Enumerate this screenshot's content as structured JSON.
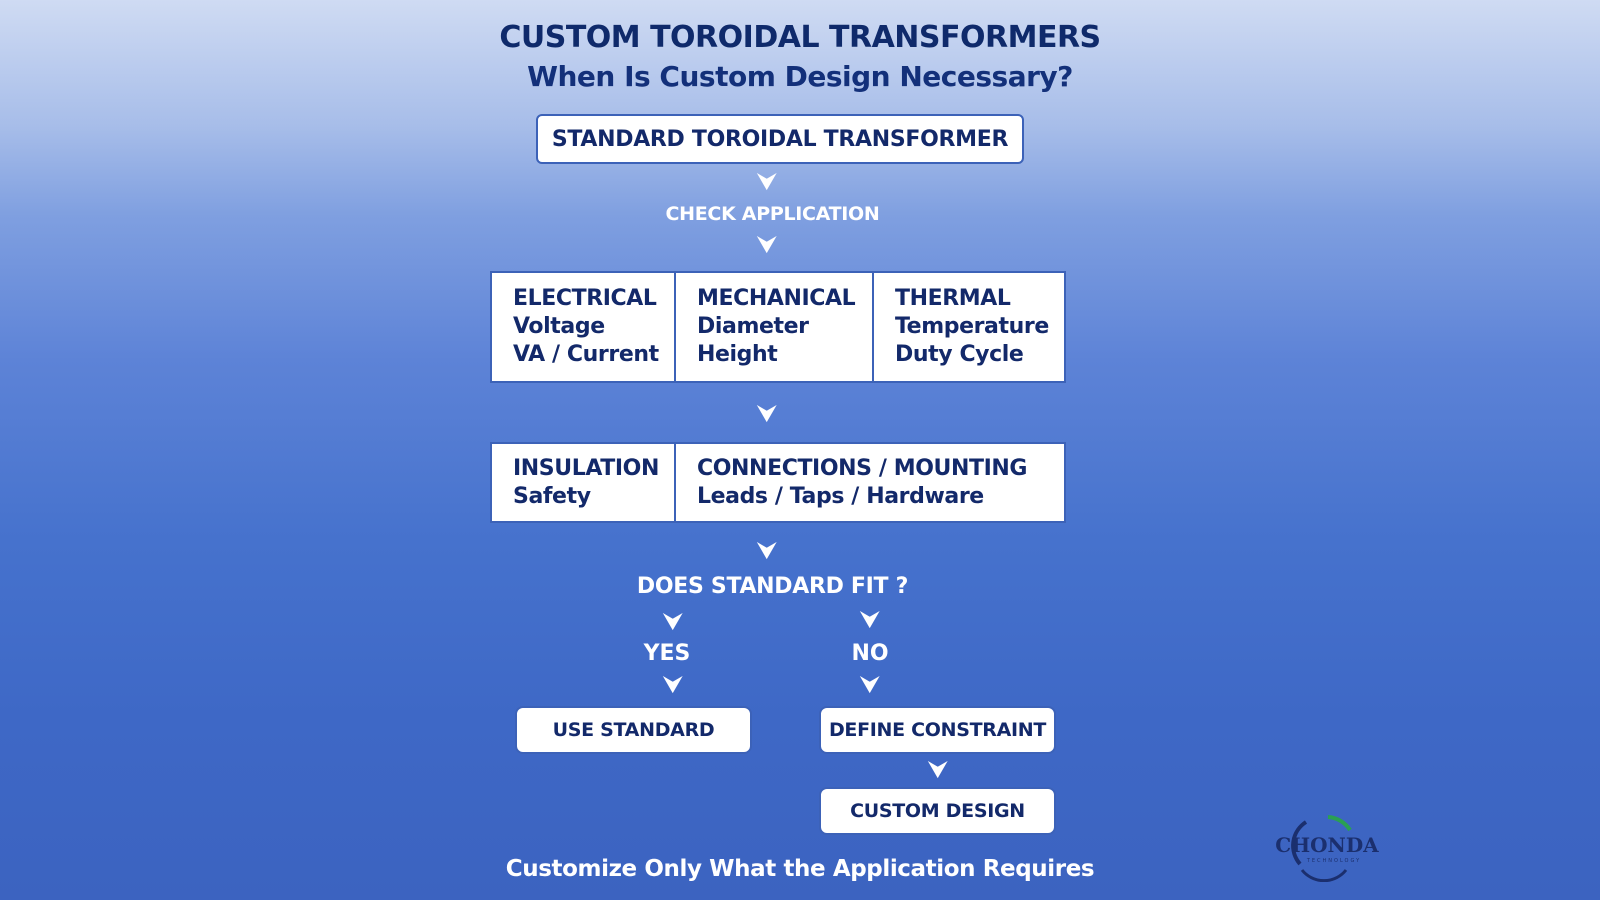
{
  "header": {
    "title": "CUSTOM TOROIDAL TRANSFORMERS",
    "subtitle": "When Is Custom Design Necessary?"
  },
  "flow": {
    "start": "STANDARD TOROIDAL TRANSFORMER",
    "check": "CHECK APPLICATION",
    "row1": [
      {
        "heading": "ELECTRICAL",
        "items": [
          "Voltage",
          "VA / Current"
        ]
      },
      {
        "heading": "MECHANICAL",
        "items": [
          "Diameter",
          "Height"
        ]
      },
      {
        "heading": "THERMAL",
        "items": [
          "Temperature",
          "Duty Cycle"
        ]
      }
    ],
    "row2": [
      {
        "heading": "INSULATION",
        "items": [
          "Safety"
        ]
      },
      {
        "heading": "CONNECTIONS / MOUNTING",
        "items": [
          "Leads / Taps / Hardware"
        ]
      }
    ],
    "question": "DOES STANDARD FIT ?",
    "yes": "YES",
    "no": "NO",
    "use_standard": "USE STANDARD",
    "define_constraint": "DEFINE CONSTRAINT",
    "custom_design": "CUSTOM DESIGN"
  },
  "footer": {
    "tagline": "Customize Only What the Application Requires"
  },
  "logo": {
    "name": "CHONDA",
    "sub": "TECHNOLOGY",
    "icon": "chonda-logo-icon"
  },
  "colors": {
    "navy": "#13296a",
    "border": "#3c62b8",
    "white": "#ffffff",
    "green": "#2aa052"
  }
}
